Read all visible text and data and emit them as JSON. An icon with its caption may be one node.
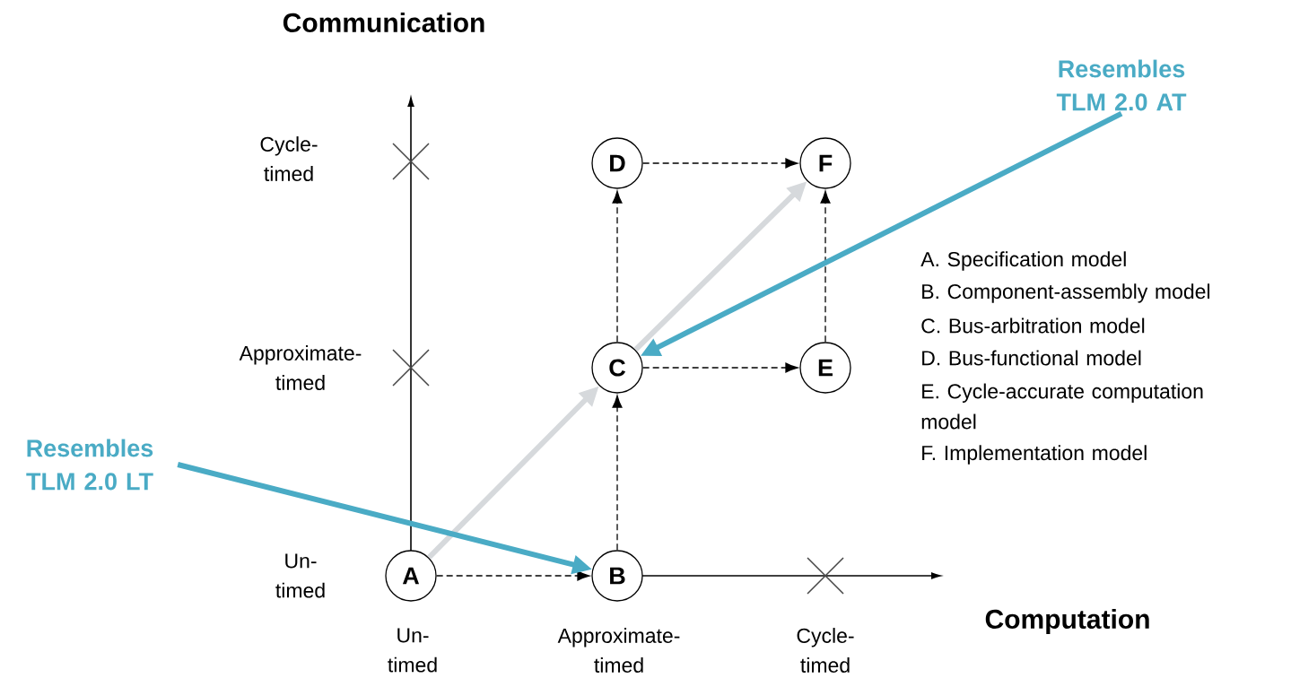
{
  "diagram": {
    "nodes": [
      {
        "text": [
          "A"
        ]
      },
      {
        "text": [
          "B"
        ]
      },
      {
        "text": [
          "C"
        ]
      },
      {
        "text": [
          "D"
        ]
      },
      {
        "text": [
          "E"
        ]
      },
      {
        "text": [
          "F"
        ]
      },
      {
        "text": [
          "Resembles TLM 2.0 LT"
        ]
      },
      {
        "text": [
          "Resembles TLM 2.0 AT"
        ]
      }
    ],
    "edges": [
      {
        "from": 0,
        "to": 1,
        "arrow": "to",
        "style": "dashed"
      },
      {
        "from": 1,
        "to": 2,
        "arrow": "to",
        "style": "dashed"
      },
      {
        "from": 2,
        "to": 3,
        "arrow": "to",
        "style": "dashed"
      },
      {
        "from": 2,
        "to": 4,
        "arrow": "to",
        "style": "dashed"
      },
      {
        "from": 3,
        "to": 5,
        "arrow": "to",
        "style": "dashed"
      },
      {
        "from": 4,
        "to": 5,
        "arrow": "to",
        "style": "dashed"
      },
      {
        "from": 0,
        "to": 2,
        "arrow": "to",
        "style": "thick",
        "color": "#d6d9dc"
      },
      {
        "from": 2,
        "to": 5,
        "arrow": "to",
        "style": "thick",
        "color": "#d6d9dc"
      },
      {
        "from": 6,
        "to": 1,
        "arrow": "to",
        "style": "thick",
        "color": "#4aabc5"
      },
      {
        "from": 7,
        "to": 2,
        "arrow": "to",
        "style": "thick",
        "color": "#4aabc5"
      }
    ],
    "labels": [
      "Communication",
      "Cycle- timed",
      "Approximate- timed",
      "A. Specification model",
      "B. Component-assembly model",
      "C. Bus-arbitration model",
      "D. Bus-functional model",
      "E. Cycle-accurate computation model",
      "F. Implementation model",
      "Un- timed",
      "Computation",
      "Un- timed",
      "Approximate- timed",
      "Cycle- timed"
    ]
  }
}
